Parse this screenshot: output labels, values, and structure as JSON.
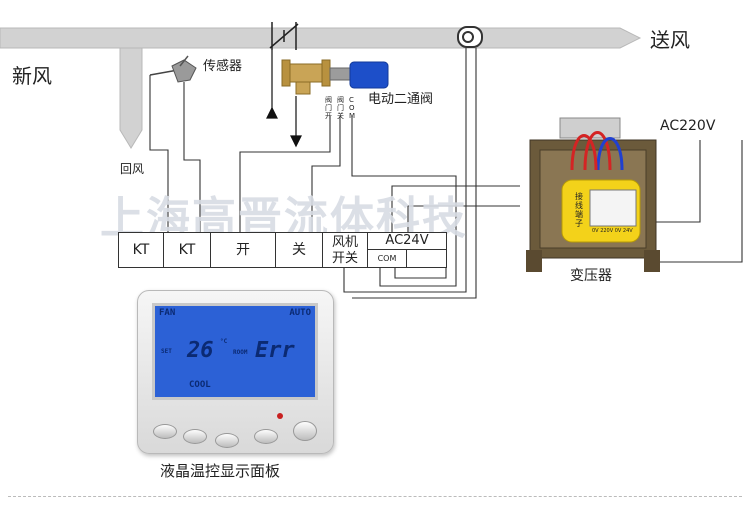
{
  "duct": {
    "fresh_air": "新风",
    "supply_air": "送风",
    "return_air": "回风"
  },
  "sensor": {
    "label": "传感器"
  },
  "valve": {
    "label": "电动二通阀",
    "wire_open": "阀门开",
    "wire_close": "阀门关",
    "wire_com": "COM"
  },
  "watermark": "上海高晋流体科技",
  "terminals": {
    "kt1": "KT",
    "kt2": "KT",
    "open": "开",
    "close": "关",
    "fan_switch": "风机开关",
    "ac24": "AC24V",
    "com": "COM"
  },
  "transformer": {
    "label": "变压器",
    "input": "AC220V",
    "terminal_tag": "接线端子",
    "terminal_marks": "0V 220V 0V 24V"
  },
  "panel": {
    "caption": "液晶温控显示面板",
    "lcd_fan": "FAN",
    "lcd_mode": "AUTO",
    "lcd_set": "SET",
    "lcd_temp": "26",
    "lcd_unit": "°C",
    "lcd_room": "ROOM",
    "lcd_err": "Err",
    "lcd_cool": "COOL"
  },
  "colors": {
    "lcd": "#2c61d6",
    "transformer_coil": "#f3d21a",
    "valve_actuator": "#1d4fc9",
    "duct": "#d0d0d0"
  }
}
